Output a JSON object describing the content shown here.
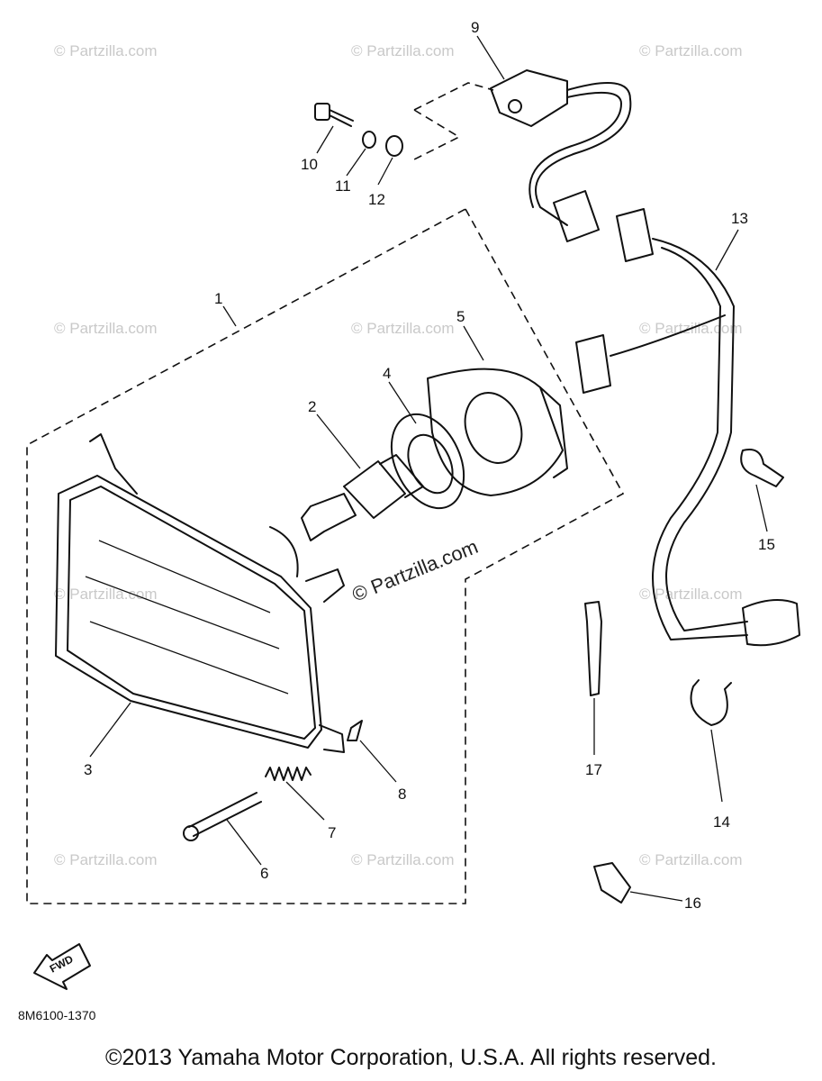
{
  "diagram": {
    "callouts": [
      "1",
      "2",
      "3",
      "4",
      "5",
      "6",
      "7",
      "8",
      "9",
      "10",
      "11",
      "12",
      "13",
      "14",
      "15",
      "16",
      "17"
    ],
    "watermark": "© Partzilla.com",
    "fwd_label": "FWD",
    "diagram_code": "8M6100-1370",
    "copyright": "©2013 Yamaha Motor Corporation, U.S.A. All rights reserved."
  }
}
